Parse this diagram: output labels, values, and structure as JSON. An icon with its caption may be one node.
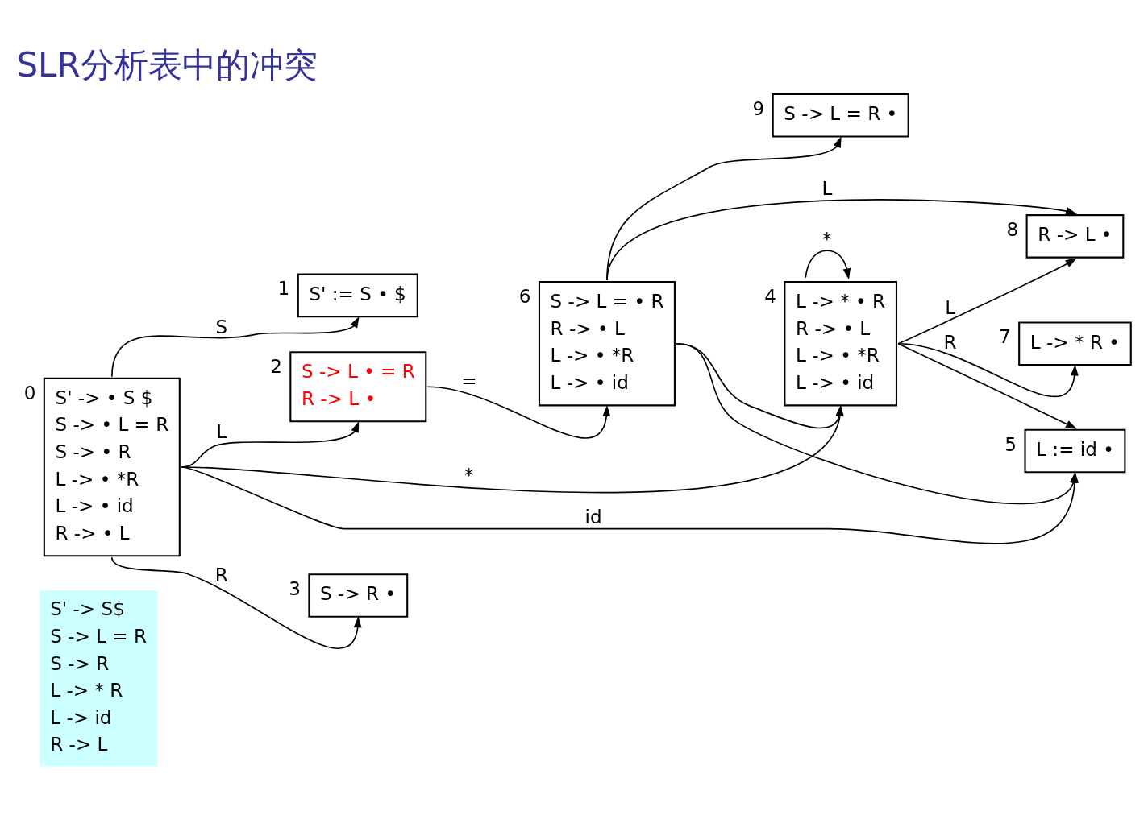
{
  "diagram": {
    "title": "SLR分析表中的冲突",
    "nodes": [
      {
        "text": [
          "S' -> S$",
          "S -> L = R",
          "S -> R",
          "L -> * R",
          "L -> id",
          "R -> L"
        ]
      },
      {
        "text": [
          "S' -> • S $",
          "S -> • L = R",
          "S -> • R",
          "L -> • *R",
          "L -> • id",
          "R -> • L"
        ],
        "beside": [
          "0"
        ]
      },
      {
        "text": [
          "S' := S • $"
        ],
        "beside": [
          "1"
        ]
      },
      {
        "text": [
          "S -> L • = R",
          "R -> L •"
        ],
        "beside": [
          "2"
        ]
      },
      {
        "text": [
          "S -> R •"
        ],
        "beside": [
          "3"
        ]
      },
      {
        "text": [
          "L -> * • R",
          "R -> • L",
          "L -> • *R",
          "L -> • id"
        ],
        "beside": [
          "4"
        ]
      },
      {
        "text": [
          "L := id •"
        ],
        "beside": [
          "5"
        ]
      },
      {
        "text": [
          "S -> L = • R",
          "R -> • L",
          "L -> • *R",
          "L -> • id"
        ],
        "beside": [
          "6"
        ]
      },
      {
        "text": [
          "L -> * R •"
        ],
        "beside": [
          "7"
        ]
      },
      {
        "text": [
          "R -> L •"
        ],
        "beside": [
          "8"
        ]
      },
      {
        "text": [
          "S -> L = R •"
        ],
        "beside": [
          "9"
        ]
      }
    ],
    "edges": [
      {
        "from": 1,
        "to": 5,
        "arrow": "to",
        "label": "*"
      },
      {
        "from": 1,
        "to": 6,
        "arrow": "to",
        "label": "id"
      },
      {
        "from": 1,
        "to": 2,
        "arrow": "to",
        "label": "S"
      },
      {
        "from": 1,
        "to": 3,
        "arrow": "to",
        "label": "L"
      },
      {
        "from": 1,
        "to": 4,
        "arrow": "to",
        "label": "R"
      },
      {
        "from": 3,
        "to": 7,
        "arrow": "to",
        "label": "="
      },
      {
        "from": 5,
        "to": 5,
        "arrow": "to",
        "label": "*"
      },
      {
        "from": 5,
        "to": 8,
        "arrow": "to",
        "label": "R"
      },
      {
        "from": 5,
        "to": 9,
        "arrow": "to",
        "label": "L"
      },
      {
        "from": 5,
        "to": 6,
        "arrow": "to"
      },
      {
        "from": 7,
        "to": 6,
        "arrow": "to"
      },
      {
        "from": 7,
        "to": 5,
        "arrow": "to"
      },
      {
        "from": 7,
        "to": 9,
        "arrow": "to",
        "label": "L"
      },
      {
        "from": 7,
        "to": 10,
        "arrow": "to"
      }
    ]
  }
}
